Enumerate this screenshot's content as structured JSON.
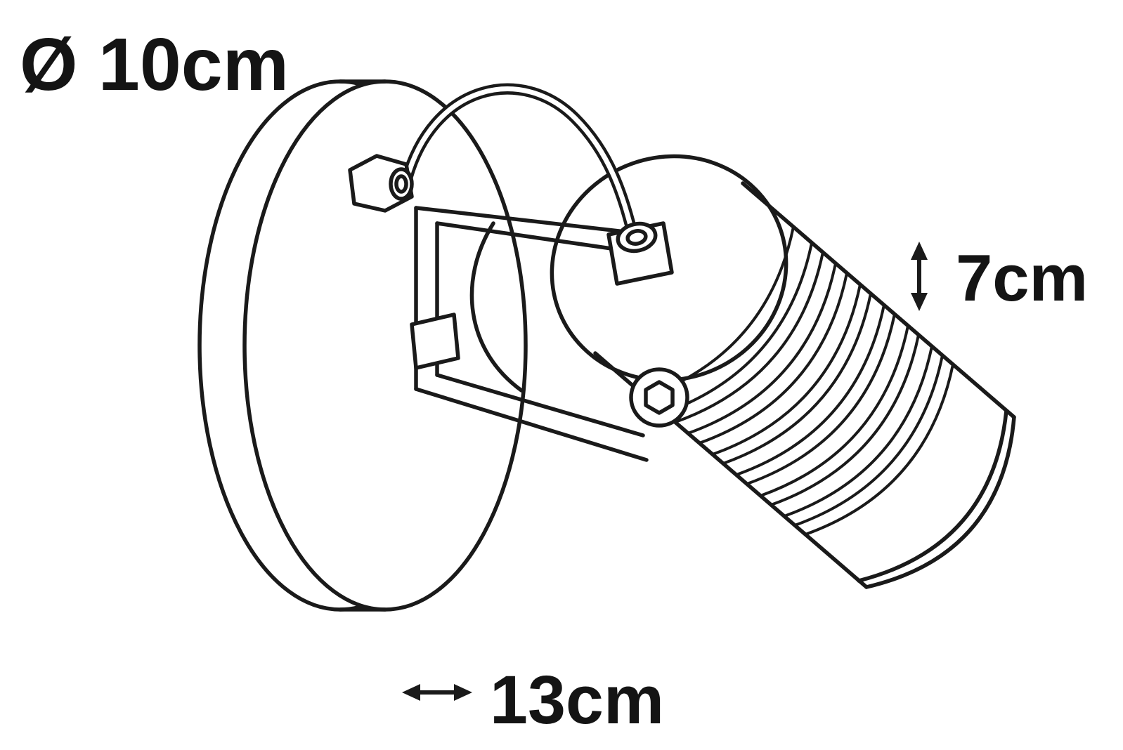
{
  "page": {
    "background": "#ffffff"
  },
  "diagram": {
    "kind": "technical line drawing",
    "subject": "Wall-mounted adjustable spotlight: round mounting plate, U-bracket, power cable and ribbed cylindrical lamp head",
    "line_color": "#1a1a1a",
    "labels": {
      "diameter": "Ø 10cm",
      "height": "7cm",
      "width": "13cm"
    },
    "icons": {
      "vertical_arrow": "up-down-dimension-arrow",
      "horizontal_arrow": "left-right-dimension-arrow"
    }
  }
}
